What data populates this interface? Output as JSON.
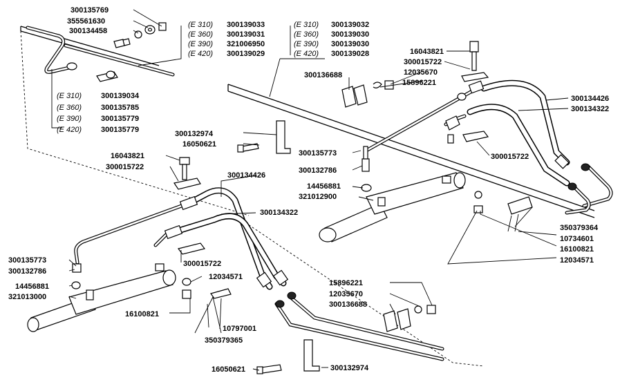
{
  "labels": {
    "l01": "300135769",
    "l02": "355561630",
    "l03": "300134458",
    "l04": "300139033",
    "l05": "300139031",
    "l06": "321006950",
    "l07": "300139029",
    "l08": "300139032",
    "l09": "300139030",
    "l10": "300139030",
    "l11": "300139028",
    "l12": "300139034",
    "l13": "300135785",
    "l14": "300135779",
    "l15": "300135779",
    "l16": "16043821",
    "l17": "300015722",
    "l18": "12035670",
    "l19": "300136688",
    "l20": "15896221",
    "l21": "300134426",
    "l22": "300134322",
    "l23": "300132974",
    "l24": "16050621",
    "l25": "300015722",
    "l26": "300135773",
    "l27": "16043821",
    "l28": "300015722",
    "l29": "300132786",
    "l30": "300134426",
    "l31": "14456881",
    "l32": "321012900",
    "l33": "300134322",
    "l34": "350379364",
    "l35": "10734601",
    "l36": "16100821",
    "l37": "12034571",
    "l38": "300135773",
    "l39": "300132786",
    "l40": "300015722",
    "l41": "14456881",
    "l42": "321013000",
    "l43": "12034571",
    "l44": "16100821",
    "l45": "10797001",
    "l46": "350379365",
    "l47": "15896221",
    "l48": "12035670",
    "l49": "300136688",
    "l50": "16050621",
    "l51": "300132974"
  },
  "variants": {
    "v_e310_a": "(E 310)",
    "v_e360_a": "(E 360)",
    "v_e390_a": "(E 390)",
    "v_e420_a": "(E 420)",
    "v_e310_b": "(E 310)",
    "v_e360_b": "(E 360)",
    "v_e390_b": "(E 390)",
    "v_e420_b": "(E 420)",
    "v_e310_c": "(E 310)",
    "v_e360_c": "(E 360)",
    "v_e390_c": "(E 390)",
    "v_e420_c": "(E 420)"
  }
}
